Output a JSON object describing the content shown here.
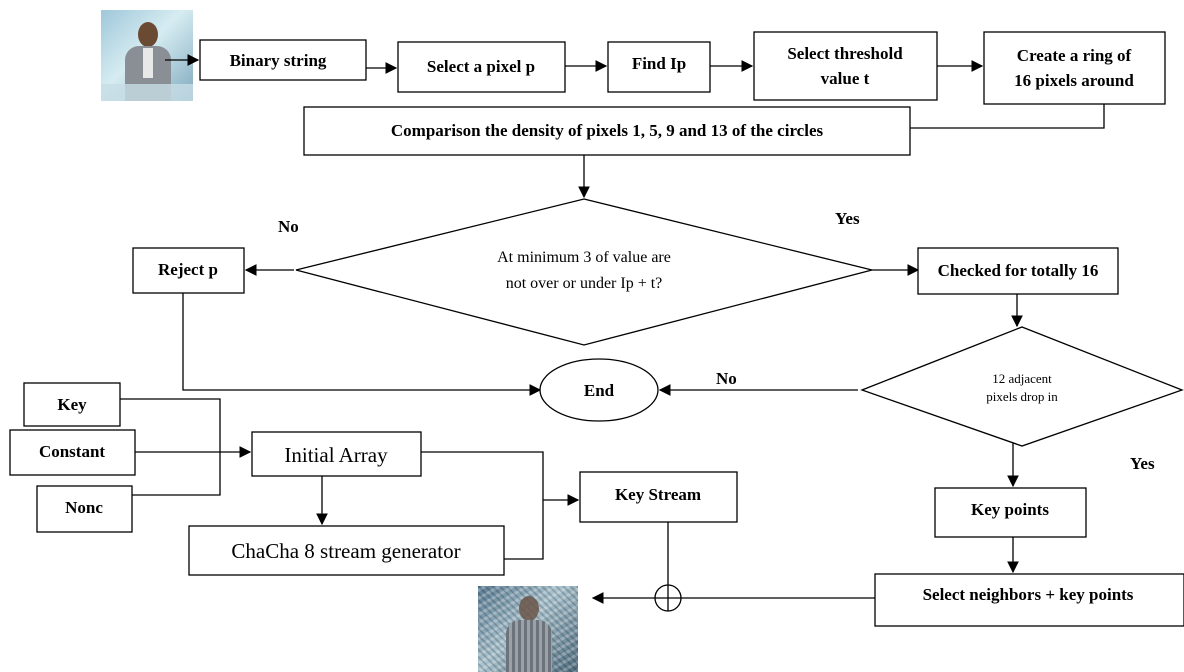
{
  "nodes": {
    "binary_string": "Binary string",
    "select_pixel": "Select a pixel p",
    "find_ip": "Find Ip",
    "select_threshold_1": "Select threshold",
    "select_threshold_2": "value t",
    "create_ring_1": "Create a ring of",
    "create_ring_2": "16 pixels around",
    "comparison": "Comparison the density of pixels 1, 5, 9 and 13 of the circles",
    "decision1_line1": "At minimum 3 of value are",
    "decision1_line2": "not over or under Ip + t?",
    "reject": "Reject p",
    "checked": "Checked for totally 16",
    "decision2_line1": "12 adjacent",
    "decision2_line2": "pixels drop in",
    "end": "End",
    "key_points": "Key points",
    "select_neighbors": "Select neighbors + key points",
    "key": "Key",
    "constant": "Constant",
    "nonc": "Nonc",
    "initial_array": "Initial Array",
    "chacha": "ChaCha 8 stream generator",
    "key_stream": "Key Stream"
  },
  "labels": {
    "no_left": "No",
    "yes_right": "Yes",
    "no_middle": "No",
    "yes_lower": "Yes"
  },
  "icons": {
    "input_image": "news-anchor-photo",
    "output_image": "encrypted-anchor-photo",
    "xor": "xor-symbol"
  }
}
